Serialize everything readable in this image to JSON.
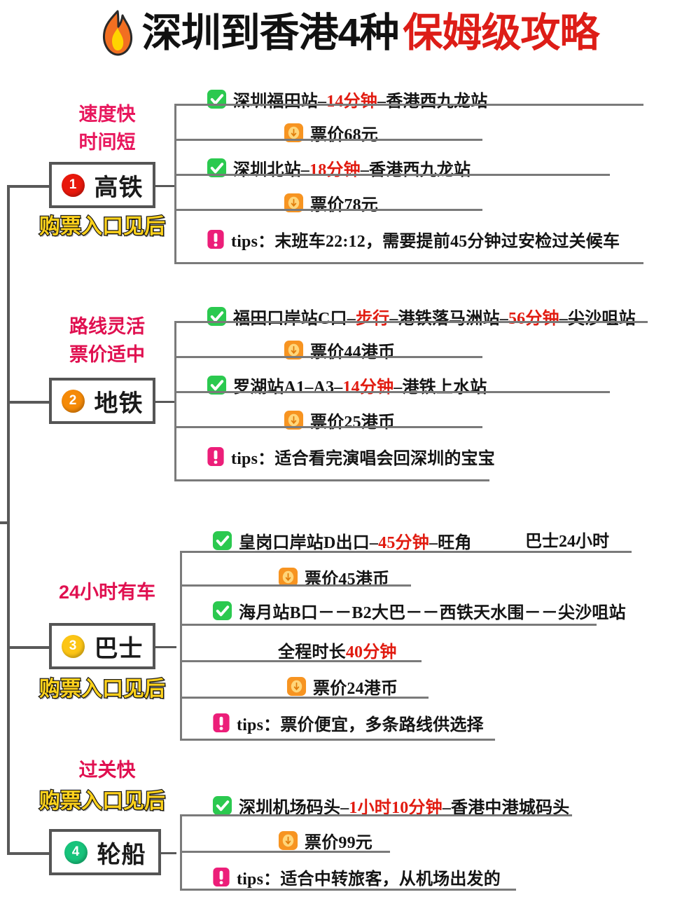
{
  "title": {
    "icon": "fire-icon",
    "black_part": "深圳到香港4种",
    "red_part": "保姆级攻略"
  },
  "colors": {
    "title_black": "#111111",
    "title_red": "#dd1d17",
    "caption_red": "#e8175d",
    "caption_gold": "#ffd21c",
    "highlight_red": "#e11b10",
    "line_gray": "#7a7a7a",
    "box_border": "#555555",
    "badge_1": "#e8180c",
    "badge_2": "#f58a08",
    "badge_3": "#fcc515",
    "badge_4": "#17c37b"
  },
  "sections": [
    {
      "number": "1",
      "badge_color": "#e8180c",
      "label": "高铁",
      "caption_above": "速度快\n时间短",
      "caption_above_line1": "速度快",
      "caption_above_line2": "时间短",
      "caption_below": "购票入口见后",
      "rows": [
        {
          "icon": "green-check-icon",
          "segments": [
            {
              "t": "深圳福田站–",
              "hl": false
            },
            {
              "t": "14分钟",
              "hl": true
            },
            {
              "t": "–香港西九龙站",
              "hl": false
            }
          ]
        },
        {
          "icon": "orange-coin-icon",
          "segments": [
            {
              "t": "票价68元",
              "hl": false
            }
          ]
        },
        {
          "icon": "green-check-icon",
          "segments": [
            {
              "t": "深圳北站–",
              "hl": false
            },
            {
              "t": "18分钟",
              "hl": true
            },
            {
              "t": "–香港西九龙站",
              "hl": false
            }
          ]
        },
        {
          "icon": "orange-coin-icon",
          "segments": [
            {
              "t": "票价78元",
              "hl": false
            }
          ]
        },
        {
          "icon": "pink-exclamation-icon",
          "segments": [
            {
              "t": "tips：末班车22:12，需要提前45分钟过安检过关候车",
              "hl": false
            }
          ]
        }
      ]
    },
    {
      "number": "2",
      "badge_color": "#f58a08",
      "label": "地铁",
      "caption_above_line1": "路线灵活",
      "caption_above_line2": "票价适中",
      "caption_below": "",
      "rows": [
        {
          "icon": "green-check-icon",
          "segments": [
            {
              "t": "福田口岸站C口–",
              "hl": false
            },
            {
              "t": "步行",
              "hl": true
            },
            {
              "t": "–港铁落马洲站–",
              "hl": false
            },
            {
              "t": "56分钟",
              "hl": true
            },
            {
              "t": "–尖沙咀站",
              "hl": false
            }
          ]
        },
        {
          "icon": "orange-coin-icon",
          "segments": [
            {
              "t": "票价44港币",
              "hl": false
            }
          ]
        },
        {
          "icon": "green-check-icon",
          "segments": [
            {
              "t": "罗湖站A1–A3–",
              "hl": false
            },
            {
              "t": "14分钟",
              "hl": true
            },
            {
              "t": "–港铁上水站",
              "hl": false
            }
          ]
        },
        {
          "icon": "orange-coin-icon",
          "segments": [
            {
              "t": "票价25港币",
              "hl": false
            }
          ]
        },
        {
          "icon": "pink-exclamation-icon",
          "segments": [
            {
              "t": "tips：适合看完演唱会回深圳的宝宝",
              "hl": false
            }
          ]
        }
      ]
    },
    {
      "number": "3",
      "badge_color": "#fcc515",
      "label": "巴士",
      "caption_above_line1": "24小时有车",
      "caption_above_line2": "",
      "caption_below": "购票入口见后",
      "aside_note": "巴士24小时",
      "rows": [
        {
          "icon": "green-check-icon",
          "segments": [
            {
              "t": "皇岗口岸站D出口–",
              "hl": false
            },
            {
              "t": "45分钟",
              "hl": true
            },
            {
              "t": "–旺角",
              "hl": false
            }
          ]
        },
        {
          "icon": "orange-coin-icon",
          "segments": [
            {
              "t": "票价45港币",
              "hl": false
            }
          ]
        },
        {
          "icon": "green-check-icon",
          "segments": [
            {
              "t": "海月站B口－－B2大巴－－西铁天水围－－尖沙咀站",
              "hl": false
            }
          ]
        },
        {
          "icon": "none",
          "segments": [
            {
              "t": "全程时长",
              "hl": false
            },
            {
              "t": "40分钟",
              "hl": true
            }
          ]
        },
        {
          "icon": "orange-coin-icon",
          "segments": [
            {
              "t": "票价24港币",
              "hl": false
            }
          ]
        },
        {
          "icon": "pink-exclamation-icon",
          "segments": [
            {
              "t": "tips：票价便宜，多条路线供选择",
              "hl": false
            }
          ]
        }
      ]
    },
    {
      "number": "4",
      "badge_color": "#17c37b",
      "label": "轮船",
      "caption_above_line1": "过关快",
      "caption_above_line2": "",
      "caption_gold_above": "购票入口见后",
      "rows": [
        {
          "icon": "green-check-icon",
          "segments": [
            {
              "t": "深圳机场码头–",
              "hl": false
            },
            {
              "t": "1小时10分钟",
              "hl": true
            },
            {
              "t": "–香港中港城码头",
              "hl": false
            }
          ]
        },
        {
          "icon": "orange-coin-icon",
          "segments": [
            {
              "t": "票价99元",
              "hl": false
            }
          ]
        },
        {
          "icon": "pink-exclamation-icon",
          "segments": [
            {
              "t": "tips：适合中转旅客，从机场出发的",
              "hl": false
            }
          ]
        }
      ]
    }
  ]
}
